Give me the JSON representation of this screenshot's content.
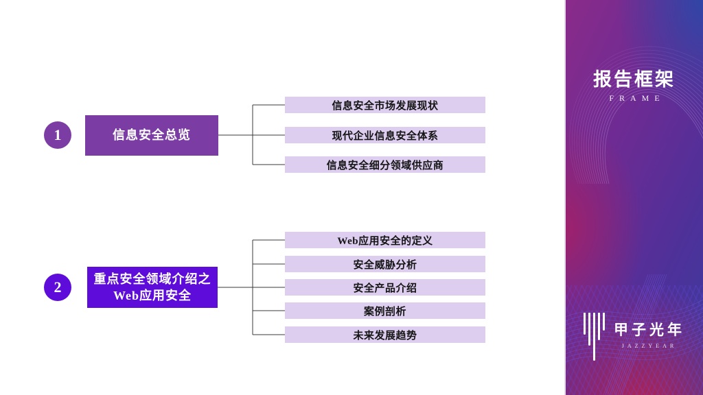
{
  "sidebar": {
    "title": "报告框架",
    "subtitle": "FRAME"
  },
  "sections": [
    {
      "number": "1",
      "label": "信息安全总览",
      "items": [
        "信息安全市场发展现状",
        "现代企业信息安全体系",
        "信息安全细分领域供应商"
      ]
    },
    {
      "number": "2",
      "label": "重点安全领域介绍之\nWeb应用安全",
      "items": [
        "Web应用安全的定义",
        "安全威胁分析",
        "安全产品介绍",
        "案例剖析",
        "未来发展趋势"
      ]
    }
  ],
  "brand": {
    "name": "甲子光年",
    "name_en": "JAZZYEAR"
  },
  "colors": {
    "section1": "#7B3DA4",
    "section2": "#5D0CD9",
    "item_bg": "#DDCEF0",
    "connector": "#3A3A3A"
  }
}
